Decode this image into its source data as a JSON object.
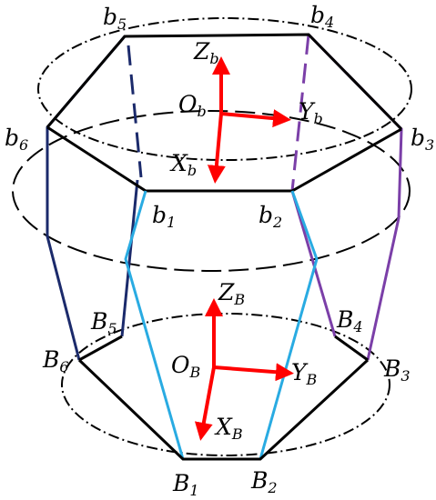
{
  "top_platform": {
    "vertices": [
      {
        "name": "b",
        "sub": "1"
      },
      {
        "name": "b",
        "sub": "2"
      },
      {
        "name": "b",
        "sub": "3"
      },
      {
        "name": "b",
        "sub": "4"
      },
      {
        "name": "b",
        "sub": "5"
      },
      {
        "name": "b",
        "sub": "6"
      }
    ],
    "frame": {
      "origin": {
        "name": "O",
        "sub": "b"
      },
      "x": {
        "name": "X",
        "sub": "b"
      },
      "y": {
        "name": "Y",
        "sub": "b"
      },
      "z": {
        "name": "Z",
        "sub": "b"
      }
    }
  },
  "base_platform": {
    "vertices": [
      {
        "name": "B",
        "sub": "1"
      },
      {
        "name": "B",
        "sub": "2"
      },
      {
        "name": "B",
        "sub": "3"
      },
      {
        "name": "B",
        "sub": "4"
      },
      {
        "name": "B",
        "sub": "5"
      },
      {
        "name": "B",
        "sub": "6"
      }
    ],
    "frame": {
      "origin": {
        "name": "O",
        "sub": "B"
      },
      "x": {
        "name": "X",
        "sub": "B"
      },
      "y": {
        "name": "Y",
        "sub": "B"
      },
      "z": {
        "name": "Z",
        "sub": "B"
      }
    }
  },
  "colors": {
    "platform_edge": "#000000",
    "leg_cyan": "#29abe2",
    "leg_navy": "#1b2a6b",
    "leg_purple": "#7b3fa8",
    "axis_arrow": "#ff0000"
  }
}
